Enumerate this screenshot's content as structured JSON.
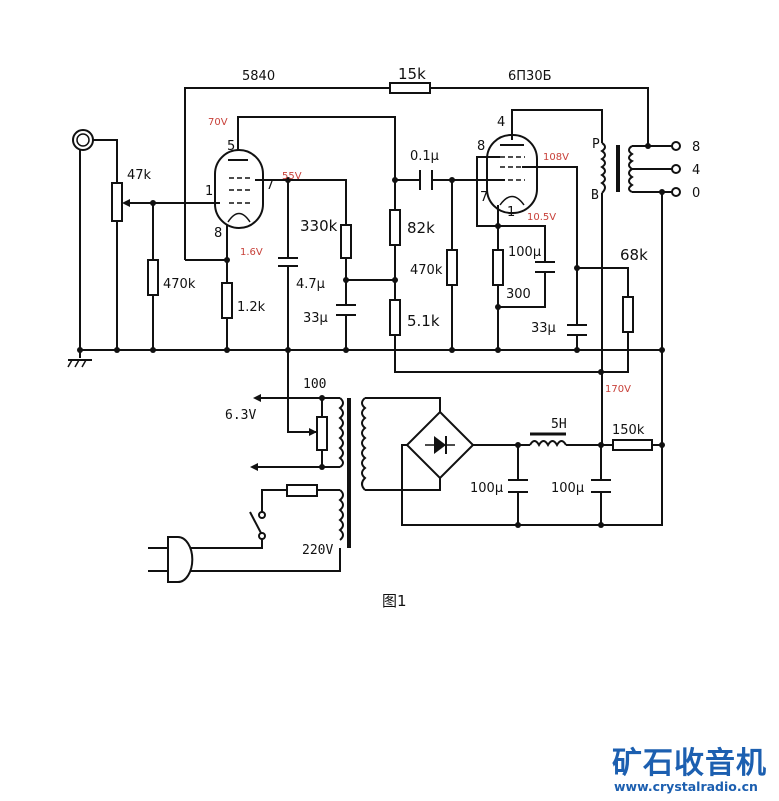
{
  "figure_caption": "图1",
  "tubes": {
    "v1": "5840",
    "v2": "6П30Б"
  },
  "pins": {
    "v1_plate": "5",
    "v1_grid": "1",
    "v1_screen": "7",
    "v1_cathode": "8",
    "v2_plate": "4",
    "v2_screen": "8",
    "v2_grid": "7",
    "v2_cathode": "1"
  },
  "components": {
    "feedback_res": "15k",
    "volume_pot": "47k",
    "grid_res1": "470k",
    "cath_res1": "1.2k",
    "screen_cap1": "4.7μ",
    "screen_res1": "330k",
    "decouple_cap1": "33μ",
    "plate_res1": "82k",
    "decouple_res1": "5.1k",
    "coupling_cap": "0.1μ",
    "grid_res2": "470k",
    "cath_res2": "300",
    "cath_cap2": "100μ",
    "screen_cap2": "33μ",
    "screen_res2": "68k",
    "hum_pot": "100",
    "heater_voltage": "6.3V",
    "mains_voltage": "220V",
    "choke": "5H",
    "filter_cap1": "100μ",
    "filter_cap2": "100μ",
    "bleed_res": "150k"
  },
  "transformer": {
    "primary_top": "P",
    "primary_bottom": "B",
    "taps": [
      "8",
      "4",
      "0"
    ]
  },
  "voltages": {
    "v1_plate": "70V",
    "v1_screen": "55V",
    "v1_cathode": "1.6V",
    "v2_screen": "108V",
    "v2_cathode": "10.5V",
    "b_plus": "170V"
  },
  "colors": {
    "voltage_label": "#c8413a",
    "logo": "#1c5fb0"
  },
  "logo": {
    "name": "矿石收音机",
    "url": "www.crystalradio.cn"
  }
}
